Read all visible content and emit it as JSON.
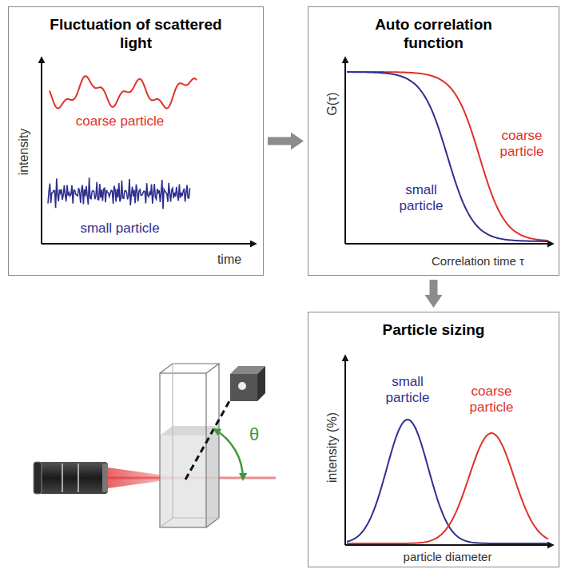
{
  "diagram": {
    "nodes": [
      {
        "text": [
          "Fluctuation of scattered light"
        ]
      },
      {
        "text": [
          "Auto correlation function"
        ]
      },
      {
        "text": [
          "Particle sizing"
        ]
      }
    ],
    "edges": [
      {
        "from": 0,
        "to": 1,
        "arrow": "to"
      },
      {
        "from": 1,
        "to": 2,
        "arrow": "to"
      }
    ],
    "labels": [
      "intensity",
      "coarse particle",
      "small particle",
      "time",
      "G(τ)",
      "coarse particle",
      "small particle",
      "Correlation time τ",
      "small particle",
      "coarse particle",
      "intensity (%)",
      "particle diameter",
      "θ"
    ]
  }
}
